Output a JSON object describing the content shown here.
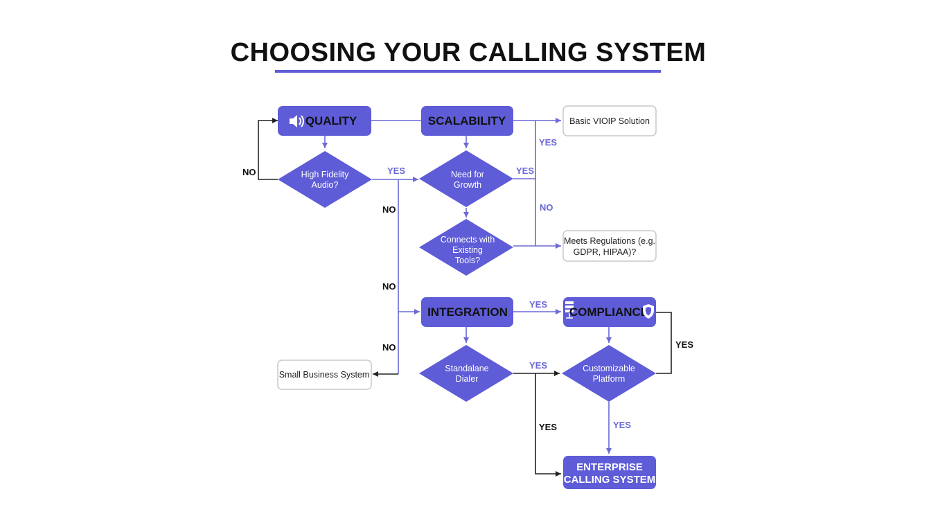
{
  "title": "CHOOSING YOUR CALLING SYSTEM",
  "colors": {
    "accent": "#5e5cd6",
    "accent_line": "#6b69d6",
    "outline": "#c8c8c8",
    "text_dark": "#111111"
  },
  "nodes": {
    "quality": {
      "label": "QUALITY",
      "icon": "speaker-icon"
    },
    "scalability": {
      "label": "SCALABILITY"
    },
    "integration": {
      "label": "INTEGRATION"
    },
    "compliance": {
      "label": "COMPLIANCE",
      "icons": [
        "server-icon",
        "shield-icon"
      ]
    },
    "high_fidelity": {
      "lines": [
        "High Fidelity",
        "Audio?"
      ]
    },
    "need_growth": {
      "lines": [
        "Need for",
        "Growth"
      ]
    },
    "connects_tools": {
      "lines": [
        "Connects with",
        "Existing",
        "Tools?"
      ]
    },
    "standalone": {
      "lines": [
        "Standalane",
        "Dialer"
      ]
    },
    "customizable": {
      "lines": [
        "Customizable",
        "Platform"
      ]
    },
    "basic_voip": {
      "label": "Basic VIOIP Solution"
    },
    "meets_regulations": {
      "lines": [
        "Meets Regulations (e.g.",
        "GDPR, HIPAA)?"
      ]
    },
    "small_business": {
      "label": "Small Business System"
    },
    "enterprise": {
      "lines": [
        "ENTERPRISE",
        "CALLING SYSTEM"
      ]
    }
  },
  "edge_labels": {
    "no_left_loop": "NO",
    "yes_fidelity_growth": "YES",
    "no_below_fidelity": "NO",
    "yes_growth_right": "YES",
    "yes_to_basic": "YES",
    "no_right_vertical": "NO",
    "no_mid_vertical": "NO",
    "no_to_small_business": "NO",
    "yes_integration_compliance": "YES",
    "yes_standalone_customizable": "YES",
    "yes_compliance_loop": "YES",
    "yes_to_enterprise_left": "YES",
    "yes_customizable_enterprise": "YES"
  }
}
